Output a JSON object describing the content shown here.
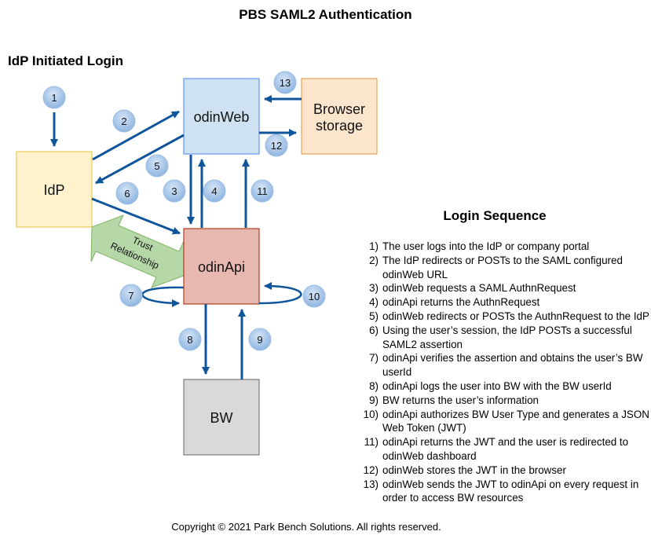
{
  "title": "PBS SAML2 Authentication",
  "subtitle": "IdP Initiated Login",
  "colors": {
    "arrow": "#0f559b",
    "badge_fill": "#a9c8ea",
    "badge_stroke": "#8fb3dc",
    "idp_fill": "#fff2cc",
    "idp_stroke": "#d6b656",
    "odinweb_fill": "#dae8fc",
    "odinweb_stroke": "#6c8ebf",
    "browser_fill": "#ffe6cc",
    "browser_stroke": "#d79b00",
    "odinapi_fill": "#e8b9b0",
    "odinapi_stroke": "#a3190b",
    "bw_fill": "#d9d9d9",
    "bw_stroke": "#666666",
    "trust_fill": "#b6d7a8",
    "trust_stroke": "#82b366"
  },
  "nodes": {
    "idp": "IdP",
    "odinweb": "odinWeb",
    "browser_line1": "Browser",
    "browser_line2": "storage",
    "odinapi": "odinApi",
    "bw": "BW"
  },
  "trust": {
    "line1": "Trust",
    "line2": "Relationship"
  },
  "badges": [
    "1",
    "2",
    "3",
    "4",
    "5",
    "6",
    "7",
    "8",
    "9",
    "10",
    "11",
    "12",
    "13"
  ],
  "sequence": {
    "title": "Login Sequence",
    "steps": [
      {
        "num": "1)",
        "text": "The user logs into the IdP or company portal"
      },
      {
        "num": "2)",
        "text": "The IdP redirects or POSTs to the SAML configured odinWeb URL"
      },
      {
        "num": "3)",
        "text": "odinWeb requests a SAML AuthnRequest"
      },
      {
        "num": "4)",
        "text": "odinApi returns the AuthnRequest"
      },
      {
        "num": "5)",
        "text": "odinWeb redirects or POSTs the AuthnRequest to the IdP"
      },
      {
        "num": "6)",
        "text": "Using the user’s session, the IdP POSTs a successful SAML2 assertion"
      },
      {
        "num": "7)",
        "text": "odinApi verifies the assertion and obtains the user’s BW userId"
      },
      {
        "num": "8)",
        "text": "odinApi logs the user into BW with the BW userId"
      },
      {
        "num": "9)",
        "text": "BW returns the user’s information"
      },
      {
        "num": "10)",
        "text": "odinApi authorizes BW User Type and generates a JSON Web Token (JWT)"
      },
      {
        "num": "11)",
        "text": "odinApi returns the JWT and the user is redirected to odinWeb dashboard"
      },
      {
        "num": "12)",
        "text": "odinWeb stores the JWT in the browser"
      },
      {
        "num": "13)",
        "text": "odinWeb sends the JWT to odinApi on every request in order to access BW resources"
      }
    ]
  },
  "footer": "Copyright © 2021 Park Bench Solutions. All rights reserved."
}
